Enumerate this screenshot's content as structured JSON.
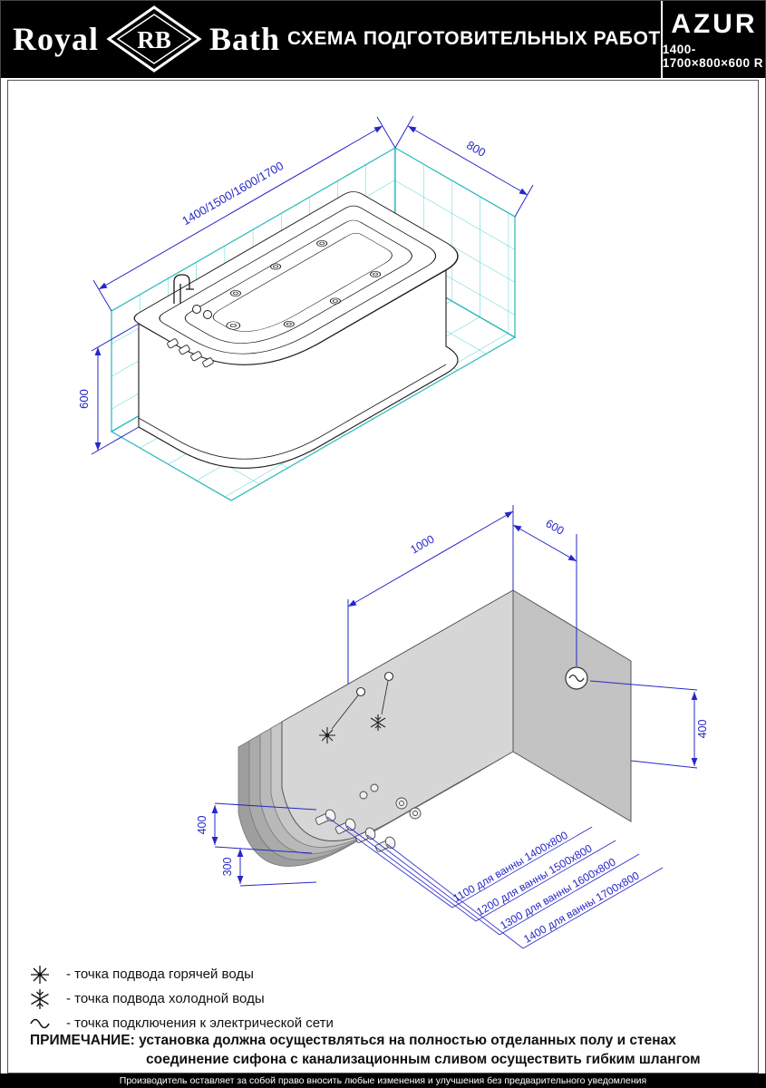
{
  "header": {
    "brand_word1": "Royal",
    "brand_logo": "RB",
    "brand_word2": "Bath",
    "title": "СХЕМА ПОДГОТОВИТЕЛЬНЫХ РАБОТ",
    "model": "AZUR",
    "model_size": "1400-1700×800×600 R"
  },
  "top_drawing": {
    "dim_length": "1400/1500/1600/1700",
    "dim_width": "800",
    "dim_height": "600"
  },
  "bottom_drawing": {
    "dim_depth": "1000",
    "dim_offset": "600",
    "dim_height_right": "400",
    "dim_height_left": "400",
    "dim_height_bottom": "300",
    "size_labels": [
      "1100 для ванны 1400x800",
      "1200 для ванны 1500x800",
      "1300 для ванны 1600x800",
      "1400 для ванны 1700x800"
    ]
  },
  "legend": {
    "items": [
      {
        "icon": "hot-water-icon",
        "text": "- точка подвода горячей воды"
      },
      {
        "icon": "cold-water-icon",
        "text": "- точка подвода холодной воды"
      },
      {
        "icon": "power-icon",
        "text": "- точка подключения к электрической сети"
      }
    ]
  },
  "note": {
    "label": "ПРИМЕЧАНИЕ:",
    "line1": "установка должна осуществляться на полностью отделанных полу и стенах",
    "line2": "соединение сифона с канализационным сливом осуществить гибким шлангом"
  },
  "footer": "Производитель оставляет за собой право вносить любые изменения и улучшения без предварительного уведомления",
  "colors": {
    "grid": "#45cccc",
    "dimension": "#2727c9",
    "outline": "#1a1a1a"
  }
}
